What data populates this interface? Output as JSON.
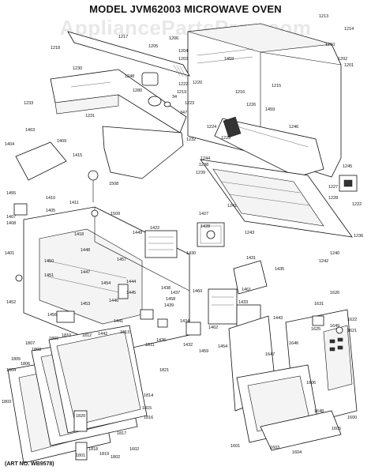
{
  "title": "MODEL JVM62003 MICROWAVE OVEN",
  "watermark": "AppliancePartsPros.com",
  "art_number": "(ART NO. WB9578)",
  "part_numbers": [
    "1213",
    "1214",
    "1217",
    "1218",
    "1206",
    "1205",
    "1204",
    "1210",
    "1203",
    "1202",
    "1201",
    "1459",
    "1222",
    "1220",
    "1219",
    "1216",
    "1215",
    "1248",
    "1230",
    "1233",
    "1280",
    "34",
    "347",
    "1223",
    "1224",
    "1225",
    "1226",
    "1459",
    "1246",
    "1231",
    "1232",
    "1463",
    "1404",
    "1409",
    "1415",
    "1244",
    "1238",
    "1239",
    "1455",
    "1410",
    "1411",
    "1508",
    "1241",
    "1245",
    "1227",
    "1228",
    "1222",
    "1405",
    "1407",
    "1408",
    "1418",
    "1448",
    "1449",
    "1422",
    "1427",
    "1428",
    "1243",
    "1236",
    "1509",
    "1401",
    "1450",
    "1451",
    "1447",
    "1457",
    "1453",
    "1430",
    "1431",
    "1242",
    "1240",
    "1452",
    "1454",
    "1446",
    "1445",
    "1444",
    "1458",
    "1438",
    "1437",
    "1460",
    "1435",
    "1456",
    "1439",
    "1433",
    "1461",
    "1441",
    "1442",
    "1436",
    "1432",
    "1434",
    "1462",
    "1443",
    "1631",
    "1626",
    "1625",
    "1649",
    "1622",
    "1621",
    "1459",
    "1454",
    "1811",
    "1812",
    "1807",
    "1808",
    "1809",
    "1810",
    "1813",
    "1805",
    "1806",
    "1804",
    "1803",
    "1821",
    "1814",
    "1815",
    "1816",
    "1820",
    "1601",
    "1817",
    "1819",
    "1802",
    "1801",
    "1818",
    "1602",
    "1603",
    "1604",
    "1605",
    "1606",
    "1600",
    "1646",
    "1647",
    "1648"
  ]
}
